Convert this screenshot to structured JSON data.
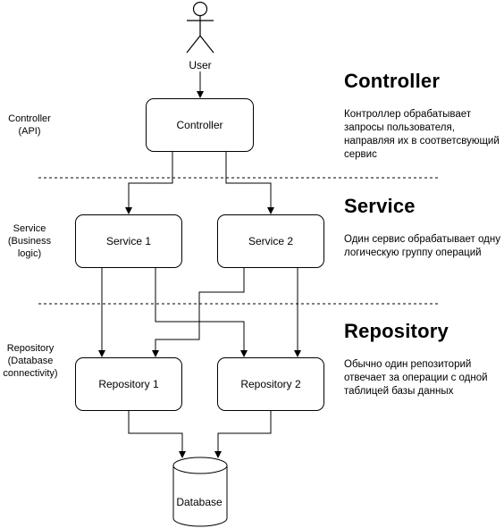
{
  "actor": {
    "label": "User"
  },
  "layers": [
    {
      "id": "controller",
      "side_label": "Controller\n(API)",
      "heading": "Controller",
      "description": "Контроллер обрабатывает запросы пользователя, направляя их в соответсвующий сервис"
    },
    {
      "id": "service",
      "side_label": "Service\n(Business\nlogic)",
      "heading": "Service",
      "description": "Один сервис обрабатывает одну логическую группу операций"
    },
    {
      "id": "repository",
      "side_label": "Repository\n(Database\nconnectivity)",
      "heading": "Repository",
      "description": "Обычно один репозиторий отвечает за операции с одной таблицей базы данных"
    }
  ],
  "nodes": {
    "controller": "Controller",
    "service_1": "Service 1",
    "service_2": "Service 2",
    "repository_1": "Repository 1",
    "repository_2": "Repository 2",
    "database": "Database"
  }
}
